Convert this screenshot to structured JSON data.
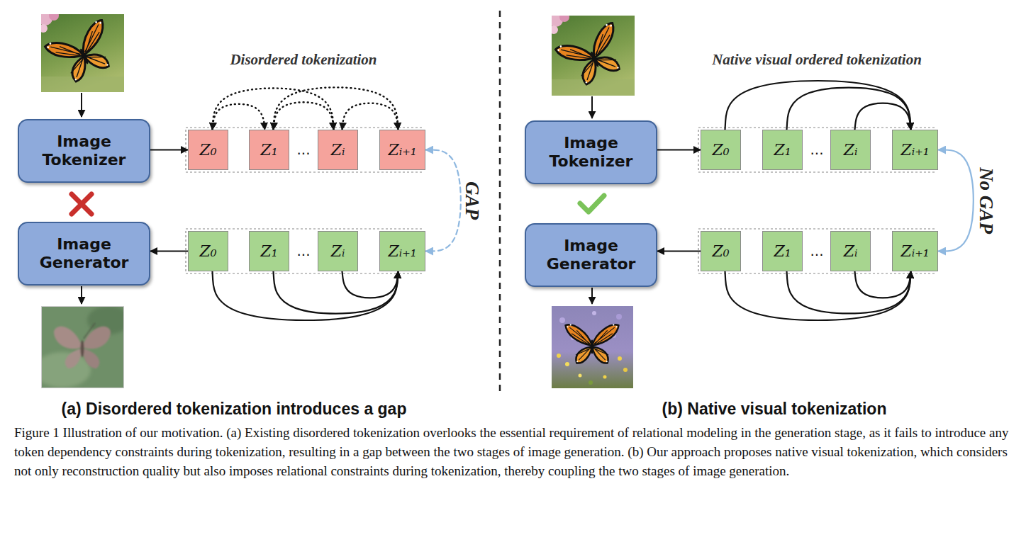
{
  "diagram": {
    "caption": "Figure 1 Illustration of our motivation. (a) Existing disordered tokenization overlooks the essential requirement of relational modeling in the generation stage, as it fails to introduce any token dependency constraints during tokenization, resulting in a gap between the two stages of image generation. (b) Our approach proposes native visual tokenization, which considers not only reconstruction quality but also imposes relational constraints during tokenization, thereby coupling the two stages of image generation.",
    "nodes": [
      {
        "text": [
          "Image Tokenizer"
        ]
      },
      {
        "text": [
          "Image Generator"
        ]
      },
      {
        "text": [
          "Z₀"
        ]
      },
      {
        "text": [
          "Z₁"
        ]
      },
      {
        "text": [
          "Zᵢ"
        ]
      },
      {
        "text": [
          "Zᵢ₊₁"
        ]
      },
      {
        "text": [
          "Z₀"
        ]
      },
      {
        "text": [
          "Z₁"
        ]
      },
      {
        "text": [
          "Zᵢ"
        ]
      },
      {
        "text": [
          "Zᵢ₊₁"
        ]
      },
      {
        "text": [
          "Image Tokenizer"
        ]
      },
      {
        "text": [
          "Image Generator"
        ]
      },
      {
        "text": [
          "Z₀"
        ]
      },
      {
        "text": [
          "Z₁"
        ]
      },
      {
        "text": [
          "Zᵢ"
        ]
      },
      {
        "text": [
          "Zᵢ₊₁"
        ]
      },
      {
        "text": [
          "Z₀"
        ]
      },
      {
        "text": [
          "Z₁"
        ]
      },
      {
        "text": [
          "Zᵢ"
        ]
      },
      {
        "text": [
          "Zᵢ₊₁"
        ]
      }
    ],
    "edges": [
      {
        "from": 0,
        "to": 2,
        "arrow": "to"
      },
      {
        "from": 2,
        "to": 3,
        "arrow": "both"
      },
      {
        "from": 2,
        "to": 4,
        "arrow": "both"
      },
      {
        "from": 3,
        "to": 4,
        "arrow": "both"
      },
      {
        "from": 3,
        "to": 5,
        "arrow": "both"
      },
      {
        "from": 4,
        "to": 5,
        "arrow": "both"
      },
      {
        "from": 6,
        "to": 1,
        "arrow": "to"
      },
      {
        "from": 6,
        "to": 9,
        "arrow": "to"
      },
      {
        "from": 7,
        "to": 9,
        "arrow": "to"
      },
      {
        "from": 8,
        "to": 9,
        "arrow": "to"
      },
      {
        "from": 5,
        "to": 9,
        "label": "GAP",
        "arrow": "both"
      },
      {
        "from": 10,
        "to": 12,
        "arrow": "to"
      },
      {
        "from": 12,
        "to": 15,
        "arrow": "to"
      },
      {
        "from": 13,
        "to": 15,
        "arrow": "to"
      },
      {
        "from": 14,
        "to": 15,
        "arrow": "to"
      },
      {
        "from": 16,
        "to": 11,
        "arrow": "to"
      },
      {
        "from": 16,
        "to": 19,
        "arrow": "to"
      },
      {
        "from": 17,
        "to": 19,
        "arrow": "to"
      },
      {
        "from": 18,
        "to": 19,
        "arrow": "to"
      },
      {
        "from": 15,
        "to": 19,
        "label": "No GAP",
        "arrow": "both"
      }
    ],
    "labels": [
      "Disordered tokenization",
      "...",
      "...",
      "Native visual ordered tokenization",
      "...",
      "...",
      "(a) Disordered tokenization introduces a gap",
      "(b) Native visual tokenization"
    ]
  }
}
